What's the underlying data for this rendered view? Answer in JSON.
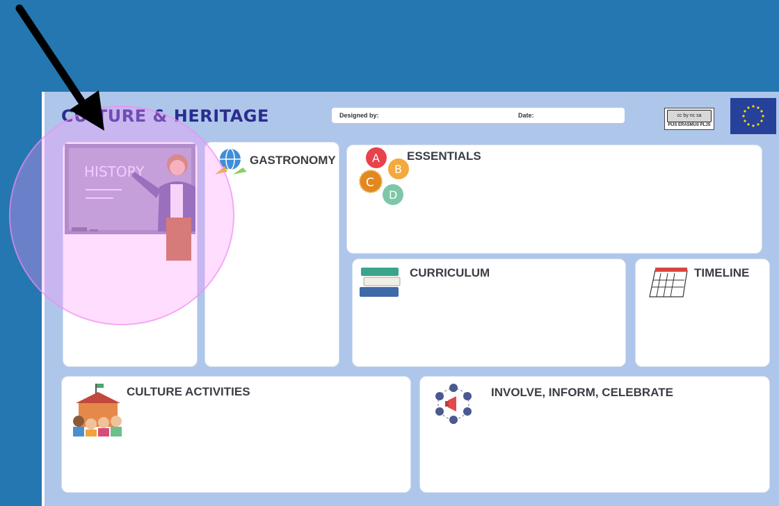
{
  "board": {
    "title": "CULTURE & HERITAGE",
    "designed_by_label": "Designed by:",
    "date_label": "Date:"
  },
  "license": {
    "badge_text": "cc  by  nc  sa",
    "sub_text": "PIJS ERASMUS PLJS"
  },
  "cards": {
    "history": {
      "label": "HISTORY"
    },
    "gastronomy": {
      "label": "GASTRONOMY"
    },
    "essentials": {
      "label": "ESSENTIALS",
      "letters": [
        "A",
        "B",
        "C",
        "D"
      ]
    },
    "curriculum": {
      "label": "CURRICULUM"
    },
    "timeline": {
      "label": "TIMELINE"
    },
    "culture_activities": {
      "label": "CULTURE ACTIVITIES"
    },
    "involve": {
      "label": "INVOLVE, INFORM, CELEBRATE"
    }
  },
  "colors": {
    "background": "#2477b0",
    "board": "#aec6ea",
    "title": "#2b2c8f",
    "highlight": "#ff96ff",
    "eu_flag": "#26419a"
  },
  "icons": [
    "arrow-icon",
    "globe-icon",
    "abcd-icon",
    "books-icon",
    "calendar-icon",
    "school-kids-icon",
    "network-megaphone-icon",
    "teacher-illustration",
    "eu-flag-icon",
    "creative-commons-icon"
  ]
}
